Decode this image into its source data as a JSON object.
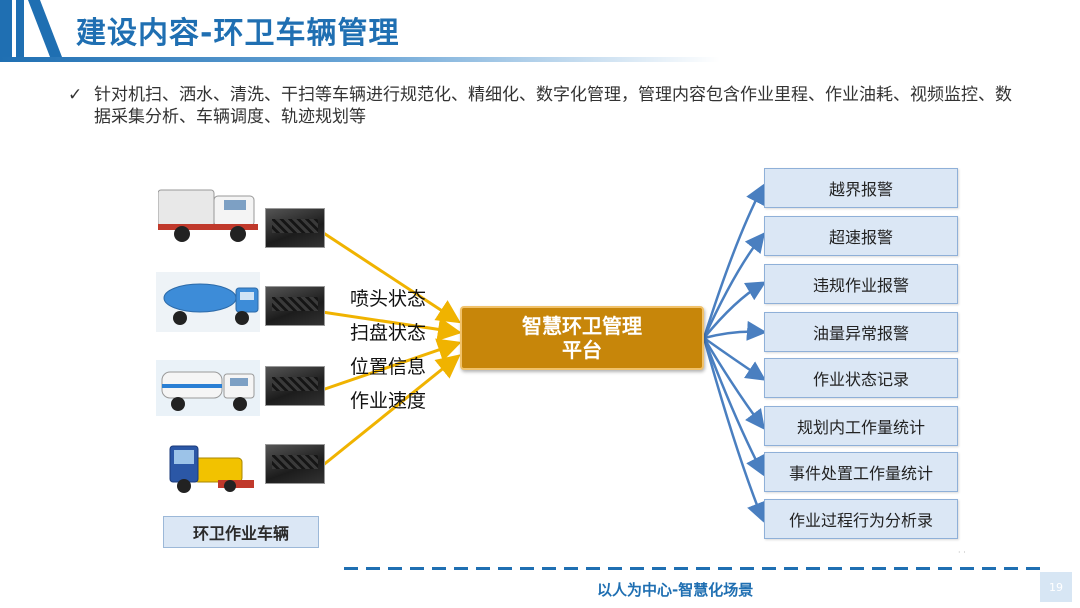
{
  "header": {
    "title": "建设内容-环卫车辆管理"
  },
  "bullet": {
    "check_glyph": "✓",
    "text": "针对机扫、洒水、清洗、干扫等车辆进行规范化、精细化、数字化管理，管理内容包含作业里程、作业油耗、视频监控、数据采集分析、车辆调度、轨迹规划等"
  },
  "vehicles": {
    "label": "环卫作业车辆"
  },
  "status_labels": [
    "喷头状态",
    "扫盘状态",
    "位置信息",
    "作业速度"
  ],
  "platform": {
    "line1": "智慧环卫管理",
    "line2": "平台"
  },
  "outputs": [
    "越界报警",
    "超速报警",
    "违规作业报警",
    "油量异常报警",
    "作业状态记录",
    "规划内工作量统计",
    "事件处置工作量统计",
    "作业过程行为分析录"
  ],
  "footer": {
    "slogan": "以人为中心-智慧化场景",
    "page": "19",
    "mark": "· ·"
  },
  "colors": {
    "accent_blue": "#1f6fb2",
    "platform_orange": "#c7860a",
    "input_arrow": "#f0b300",
    "output_arrow": "#4a7fc0",
    "box_fill": "#dbe7f5"
  }
}
